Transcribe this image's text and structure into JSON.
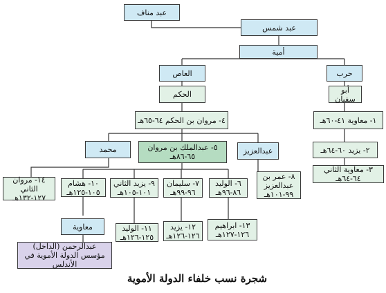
{
  "title": "شجرة نسب خلفاء الدولة الأموية",
  "nodes": {
    "abd_manaf": "عبد مناف",
    "abd_shams": "عبد شمس",
    "umayya": "أمية",
    "al_as": "العاص",
    "harb": "حرب",
    "al_hakam": "الحكم",
    "abu_sufyan": "أبو سفيان",
    "marwan_1": "٤- مروان بن الحكم ٦٤-٦٥هـ",
    "muawiya_1": "١- معاوية ٤١-٦٠هـ",
    "muhammad": "محمد",
    "abd_al_malik_name": "٥- عبدالملك بن مروان",
    "abd_al_malik_years": "٦٥-٨٦هـ",
    "abd_al_aziz": "عبدالعزيز",
    "yazid_1": "٢- يزيد ٦٠-٦٤هـ",
    "muawiya_2": "٣- معاوية الثاني ٦٤-٦٤هـ",
    "marwan_2_name": "١٤- مروان الثاني",
    "marwan_2_years": "١٢٧-١٣٢هـ",
    "hisham_name": "١٠- هشام",
    "hisham_years": "١٠٥-١٢٥هـ",
    "yazid_2_name": "٩- يزيد الثاني",
    "yazid_2_years": "١٠١-١٠٥هـ",
    "sulayman_name": "٧- سليمان",
    "sulayman_years": "٩٦-٩٩هـ",
    "walid_1_name": "٦- الوليد",
    "walid_1_years": "٨٦-٩٦هـ",
    "umar_name_1": "٨- عمر بن",
    "umar_name_2": "عبدالعزيز",
    "umar_years": "٩٩-١٠١هـ",
    "muawiya_3": "معاوية",
    "walid_2_name": "١١- الوليد",
    "walid_2_years": "١٢٥-١٢٦هـ",
    "yazid_3_name": "١٢- يزيد",
    "yazid_3_years": "١٢٦-١٢٦هـ",
    "ibrahim_name": "١٣- ابراهيم",
    "ibrahim_years": "١٢٦-١٢٧هـ",
    "abd_al_rahman_1": "عبدالرحمن (الداخل)",
    "abd_al_rahman_2": "مؤسس الدولة الأموية في الأندلس"
  }
}
